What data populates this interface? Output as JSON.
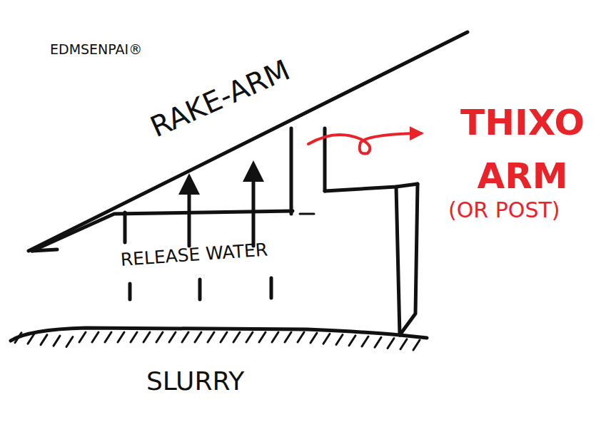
{
  "diagram": {
    "labels": [
      "EDMSENPAI®",
      "RAKE-ARM",
      "RELEASE WATER",
      "THIXO ARM",
      "(OR POST)",
      "SLURRY"
    ]
  }
}
